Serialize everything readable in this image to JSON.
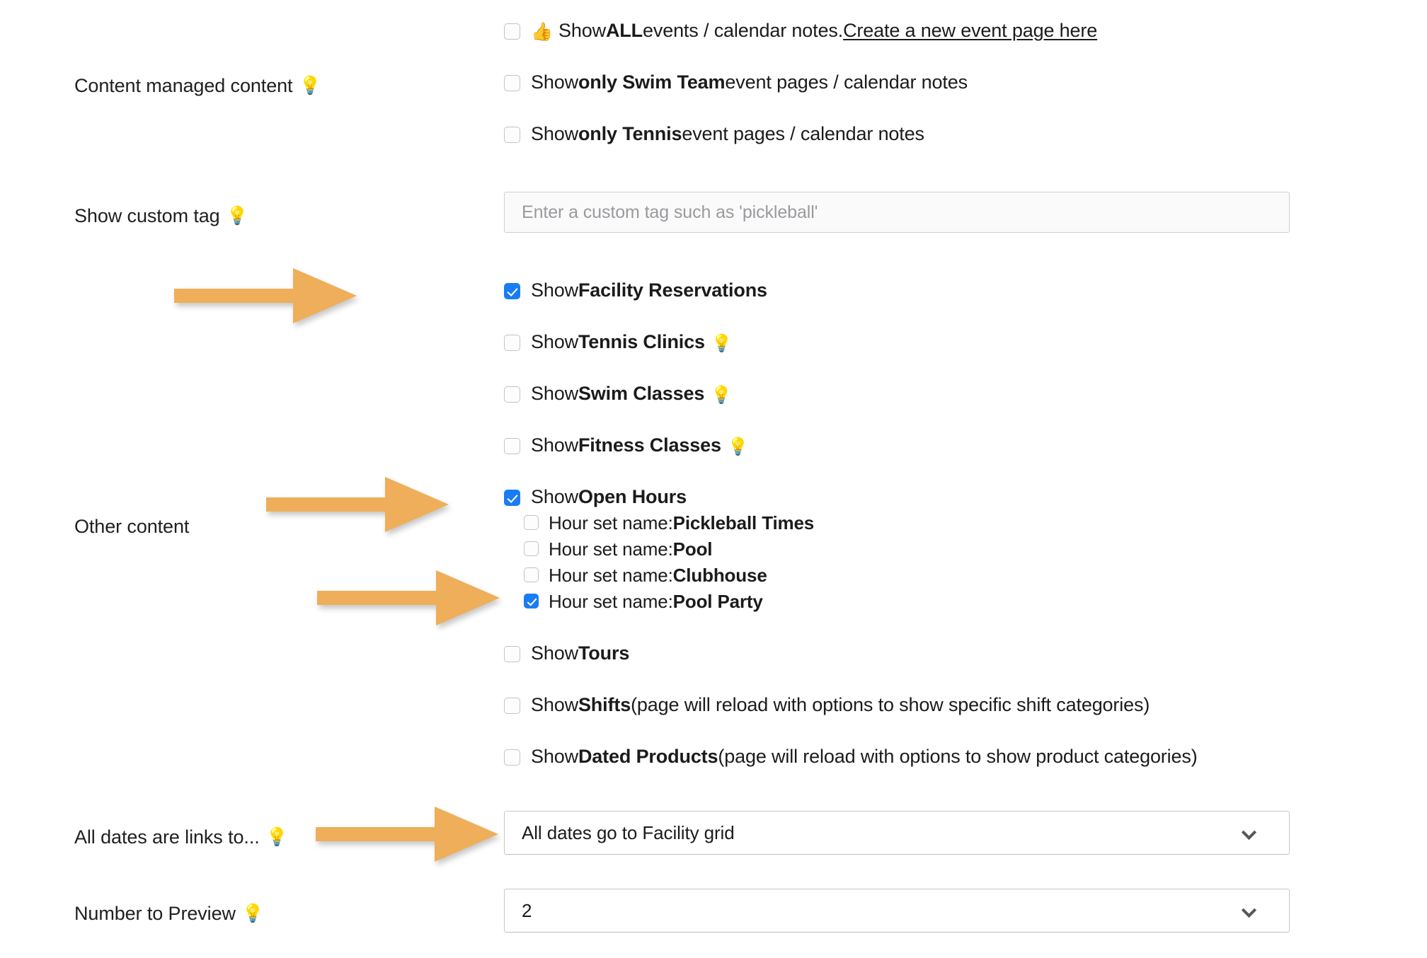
{
  "accent": {
    "arrow_color": "#EFAE5A",
    "checkbox_checked": "#1A7CF5",
    "input_border": "#CFCFD2"
  },
  "labels": {
    "content_managed": "Content managed content",
    "show_custom_tag": "Show custom tag",
    "other_content": "Other content",
    "all_dates_links": "All dates are links to...",
    "number_to_preview": "Number to Preview"
  },
  "icons": {
    "bulb": "💡",
    "thumbs_up": "👍"
  },
  "content_managed_options": [
    {
      "id": "show-all-events",
      "checked": false,
      "has_thumb": true,
      "parts": [
        {
          "text": "Show ",
          "bold": false
        },
        {
          "text": "ALL",
          "bold": true
        },
        {
          "text": " events / calendar notes. ",
          "bold": false
        },
        {
          "text": "Create a new event page here",
          "bold": false,
          "link": true
        }
      ]
    },
    {
      "id": "show-only-swim-team",
      "checked": false,
      "has_thumb": false,
      "parts": [
        {
          "text": "Show ",
          "bold": false
        },
        {
          "text": "only Swim Team",
          "bold": true
        },
        {
          "text": " event pages / calendar notes",
          "bold": false
        }
      ]
    },
    {
      "id": "show-only-tennis",
      "checked": false,
      "has_thumb": false,
      "parts": [
        {
          "text": "Show ",
          "bold": false
        },
        {
          "text": "only Tennis",
          "bold": true
        },
        {
          "text": " event pages / calendar notes",
          "bold": false
        }
      ]
    }
  ],
  "custom_tag_input": {
    "placeholder": "Enter a custom tag such as 'pickleball'",
    "value": ""
  },
  "other_content_options": [
    {
      "id": "show-facility-reservations",
      "checked": true,
      "bulb": false,
      "parts": [
        {
          "text": "Show ",
          "bold": false
        },
        {
          "text": "Facility Reservations",
          "bold": true
        }
      ]
    },
    {
      "id": "show-tennis-clinics",
      "checked": false,
      "bulb": true,
      "parts": [
        {
          "text": "Show ",
          "bold": false
        },
        {
          "text": "Tennis Clinics",
          "bold": true
        }
      ]
    },
    {
      "id": "show-swim-classes",
      "checked": false,
      "bulb": true,
      "parts": [
        {
          "text": "Show ",
          "bold": false
        },
        {
          "text": "Swim Classes",
          "bold": true
        }
      ]
    },
    {
      "id": "show-fitness-classes",
      "checked": false,
      "bulb": true,
      "parts": [
        {
          "text": "Show ",
          "bold": false
        },
        {
          "text": "Fitness Classes",
          "bold": true
        }
      ]
    },
    {
      "id": "show-open-hours",
      "checked": true,
      "bulb": false,
      "parts": [
        {
          "text": "Show ",
          "bold": false
        },
        {
          "text": "Open Hours",
          "bold": true
        }
      ]
    }
  ],
  "hour_sets": [
    {
      "id": "hour-set-pickleball-times",
      "checked": false,
      "parts": [
        {
          "text": "Hour set name: ",
          "bold": false
        },
        {
          "text": "Pickleball Times",
          "bold": true
        }
      ]
    },
    {
      "id": "hour-set-pool",
      "checked": false,
      "parts": [
        {
          "text": "Hour set name: ",
          "bold": false
        },
        {
          "text": "Pool",
          "bold": true
        }
      ]
    },
    {
      "id": "hour-set-clubhouse",
      "checked": false,
      "parts": [
        {
          "text": "Hour set name: ",
          "bold": false
        },
        {
          "text": "Clubhouse",
          "bold": true
        }
      ]
    },
    {
      "id": "hour-set-pool-party",
      "checked": true,
      "parts": [
        {
          "text": "Hour set name: ",
          "bold": false
        },
        {
          "text": "Pool Party",
          "bold": true
        }
      ]
    }
  ],
  "other_content_options_tail": [
    {
      "id": "show-tours",
      "checked": false,
      "bulb": false,
      "parts": [
        {
          "text": "Show ",
          "bold": false
        },
        {
          "text": "Tours",
          "bold": true
        }
      ]
    },
    {
      "id": "show-shifts",
      "checked": false,
      "bulb": false,
      "parts": [
        {
          "text": "Show ",
          "bold": false
        },
        {
          "text": "Shifts",
          "bold": true
        },
        {
          "text": " (page will reload with options to show specific shift categories)",
          "bold": false
        }
      ]
    },
    {
      "id": "show-dated-products",
      "checked": false,
      "bulb": false,
      "parts": [
        {
          "text": "Show ",
          "bold": false
        },
        {
          "text": "Dated Products",
          "bold": true
        },
        {
          "text": " (page will reload with options to show product categories)",
          "bold": false
        }
      ]
    }
  ],
  "selects": {
    "all_dates_links_to": {
      "value": "All dates go to Facility grid"
    },
    "number_to_preview": {
      "value": "2"
    }
  },
  "arrows": [
    {
      "id": "arrow-facility-reservations",
      "points_to": "show-facility-reservations"
    },
    {
      "id": "arrow-open-hours",
      "points_to": "show-open-hours"
    },
    {
      "id": "arrow-pool-party",
      "points_to": "hour-set-pool-party"
    },
    {
      "id": "arrow-all-dates-links",
      "points_to": "all-dates-links-select"
    }
  ]
}
